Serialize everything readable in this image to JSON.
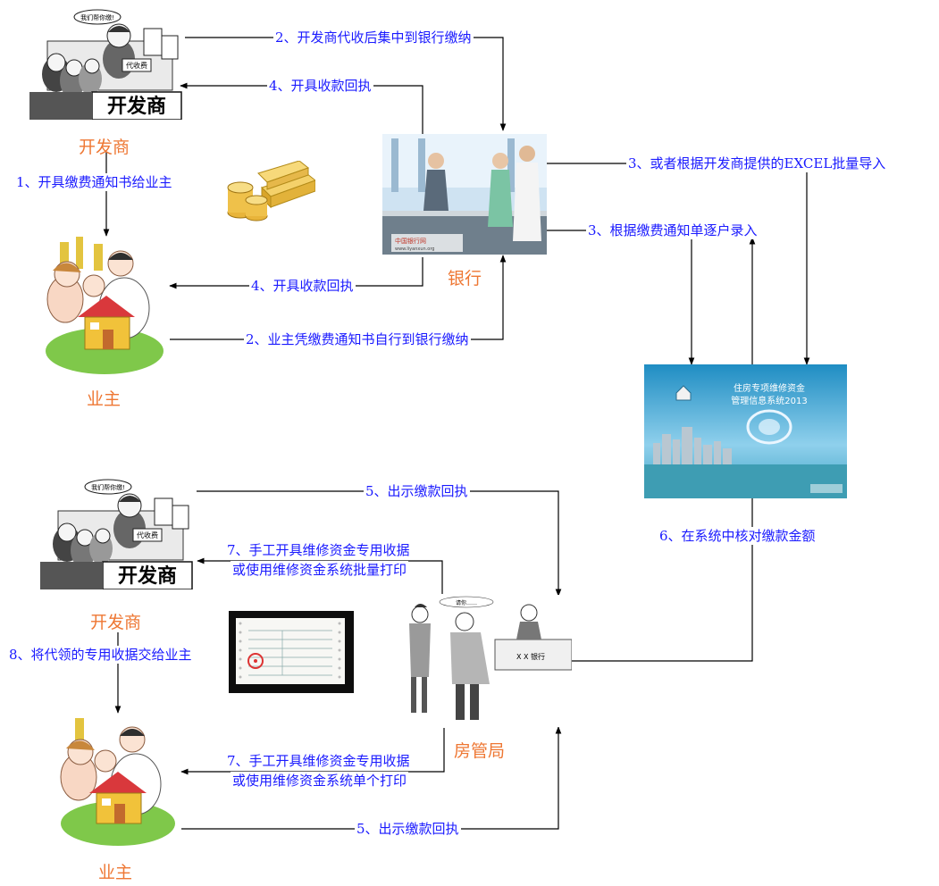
{
  "nodes": {
    "developer_top": {
      "title": "开发商",
      "sign": "开发商",
      "bubble": "我们帮你缴!",
      "tag": "代收费"
    },
    "owner_top": {
      "title": "业主"
    },
    "bank": {
      "title": "银行",
      "watermark": "中国银行网",
      "watermark_url": "www.liyanxun.org"
    },
    "system": {
      "line1": "住房专项维修资金",
      "line2": "管理信息系统2013"
    },
    "developer_bottom": {
      "title": "开发商",
      "sign": "开发商",
      "bubble": "我们帮你缴!",
      "tag": "代收费"
    },
    "owner_bottom": {
      "title": "业主"
    },
    "housing_bureau": {
      "title": "房管局",
      "counter_sign": "X X 银行",
      "bubble": "请你……"
    }
  },
  "labels": {
    "step2_dev_bank": "2、开发商代收后集中到银行缴纳",
    "step4_receipt_dev": "4、开具收款回执",
    "step1_notice": "1、开具缴费通知书给业主",
    "step3_excel": "3、或者根据开发商提供的EXCEL批量导入",
    "step3_manual": "3、根据缴费通知单逐户录入",
    "step4_receipt_owner": "4、开具收款回执",
    "step2_owner_bank": "2、业主凭缴费通知书自行到银行缴纳",
    "step5_dev": "5、出示缴款回执",
    "step7_dev_line1": "7、手工开具维修资金专用收据",
    "step7_dev_line2": "或使用维修资金系统批量打印",
    "step6_verify": "6、在系统中核对缴款金额",
    "step8_handover": "8、将代领的专用收据交给业主",
    "step7_owner_line1": "7、手工开具维修资金专用收据",
    "step7_owner_line2": "或使用维修资金系统单个打印",
    "step5_owner": "5、出示缴款回执"
  }
}
